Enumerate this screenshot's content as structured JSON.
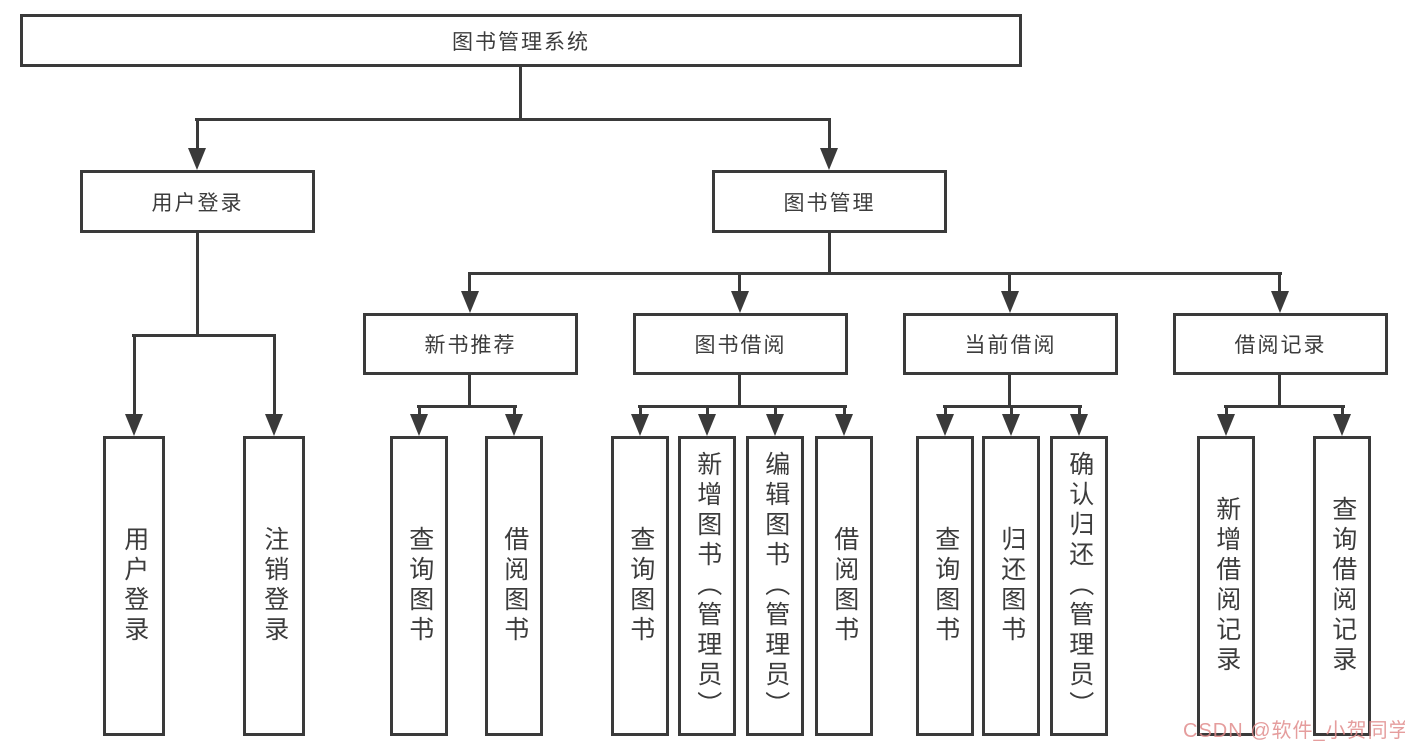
{
  "tree": {
    "root": {
      "label": "图书管理系统",
      "children": [
        {
          "label": "用户登录",
          "children": [
            {
              "label": "用户登录"
            },
            {
              "label": "注销登录"
            }
          ]
        },
        {
          "label": "图书管理",
          "children": [
            {
              "label": "新书推荐",
              "children": [
                {
                  "label": "查询图书"
                },
                {
                  "label": "借阅图书"
                }
              ]
            },
            {
              "label": "图书借阅",
              "children": [
                {
                  "label": "查询图书"
                },
                {
                  "label": "新增图书（管理员）"
                },
                {
                  "label": "编辑图书（管理员）"
                },
                {
                  "label": "借阅图书"
                }
              ]
            },
            {
              "label": "当前借阅",
              "children": [
                {
                  "label": "查询图书"
                },
                {
                  "label": "归还图书"
                },
                {
                  "label": "确认归还（管理员）"
                }
              ]
            },
            {
              "label": "借阅记录",
              "children": [
                {
                  "label": "新增借阅记录"
                },
                {
                  "label": "查询借阅记录"
                }
              ]
            }
          ]
        }
      ]
    }
  },
  "watermark": {
    "text": "CSDN @软件_小贺同学",
    "color": "#e18c8c"
  },
  "colors": {
    "line": "#3a3a3a",
    "box_border": "#3a3a3a",
    "box_bg": "#ffffff",
    "text": "#3c3c3c"
  }
}
